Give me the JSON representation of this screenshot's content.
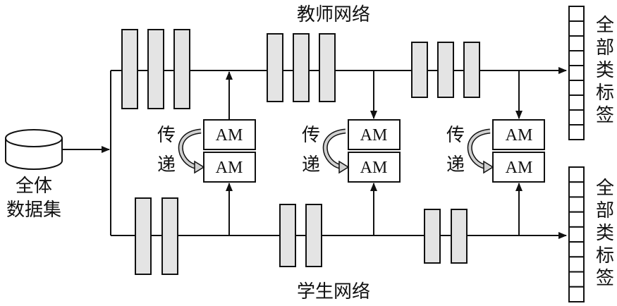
{
  "teacher_network_label": "教师网络",
  "student_network_label": "学生网络",
  "dataset_label": [
    "全体",
    "数据集"
  ],
  "output_label_teacher": [
    "全",
    "部",
    "类",
    "标",
    "签"
  ],
  "output_label_student": [
    "全",
    "部",
    "类",
    "标",
    "签"
  ],
  "am_label": "AM",
  "transfer_label": [
    "传",
    "递"
  ],
  "transfer_modules": 3,
  "output_cells": 9,
  "colors": {
    "block_fill": "#e4e4e4",
    "stroke": "#111111",
    "arrow_fill": "#d0d0d0"
  }
}
